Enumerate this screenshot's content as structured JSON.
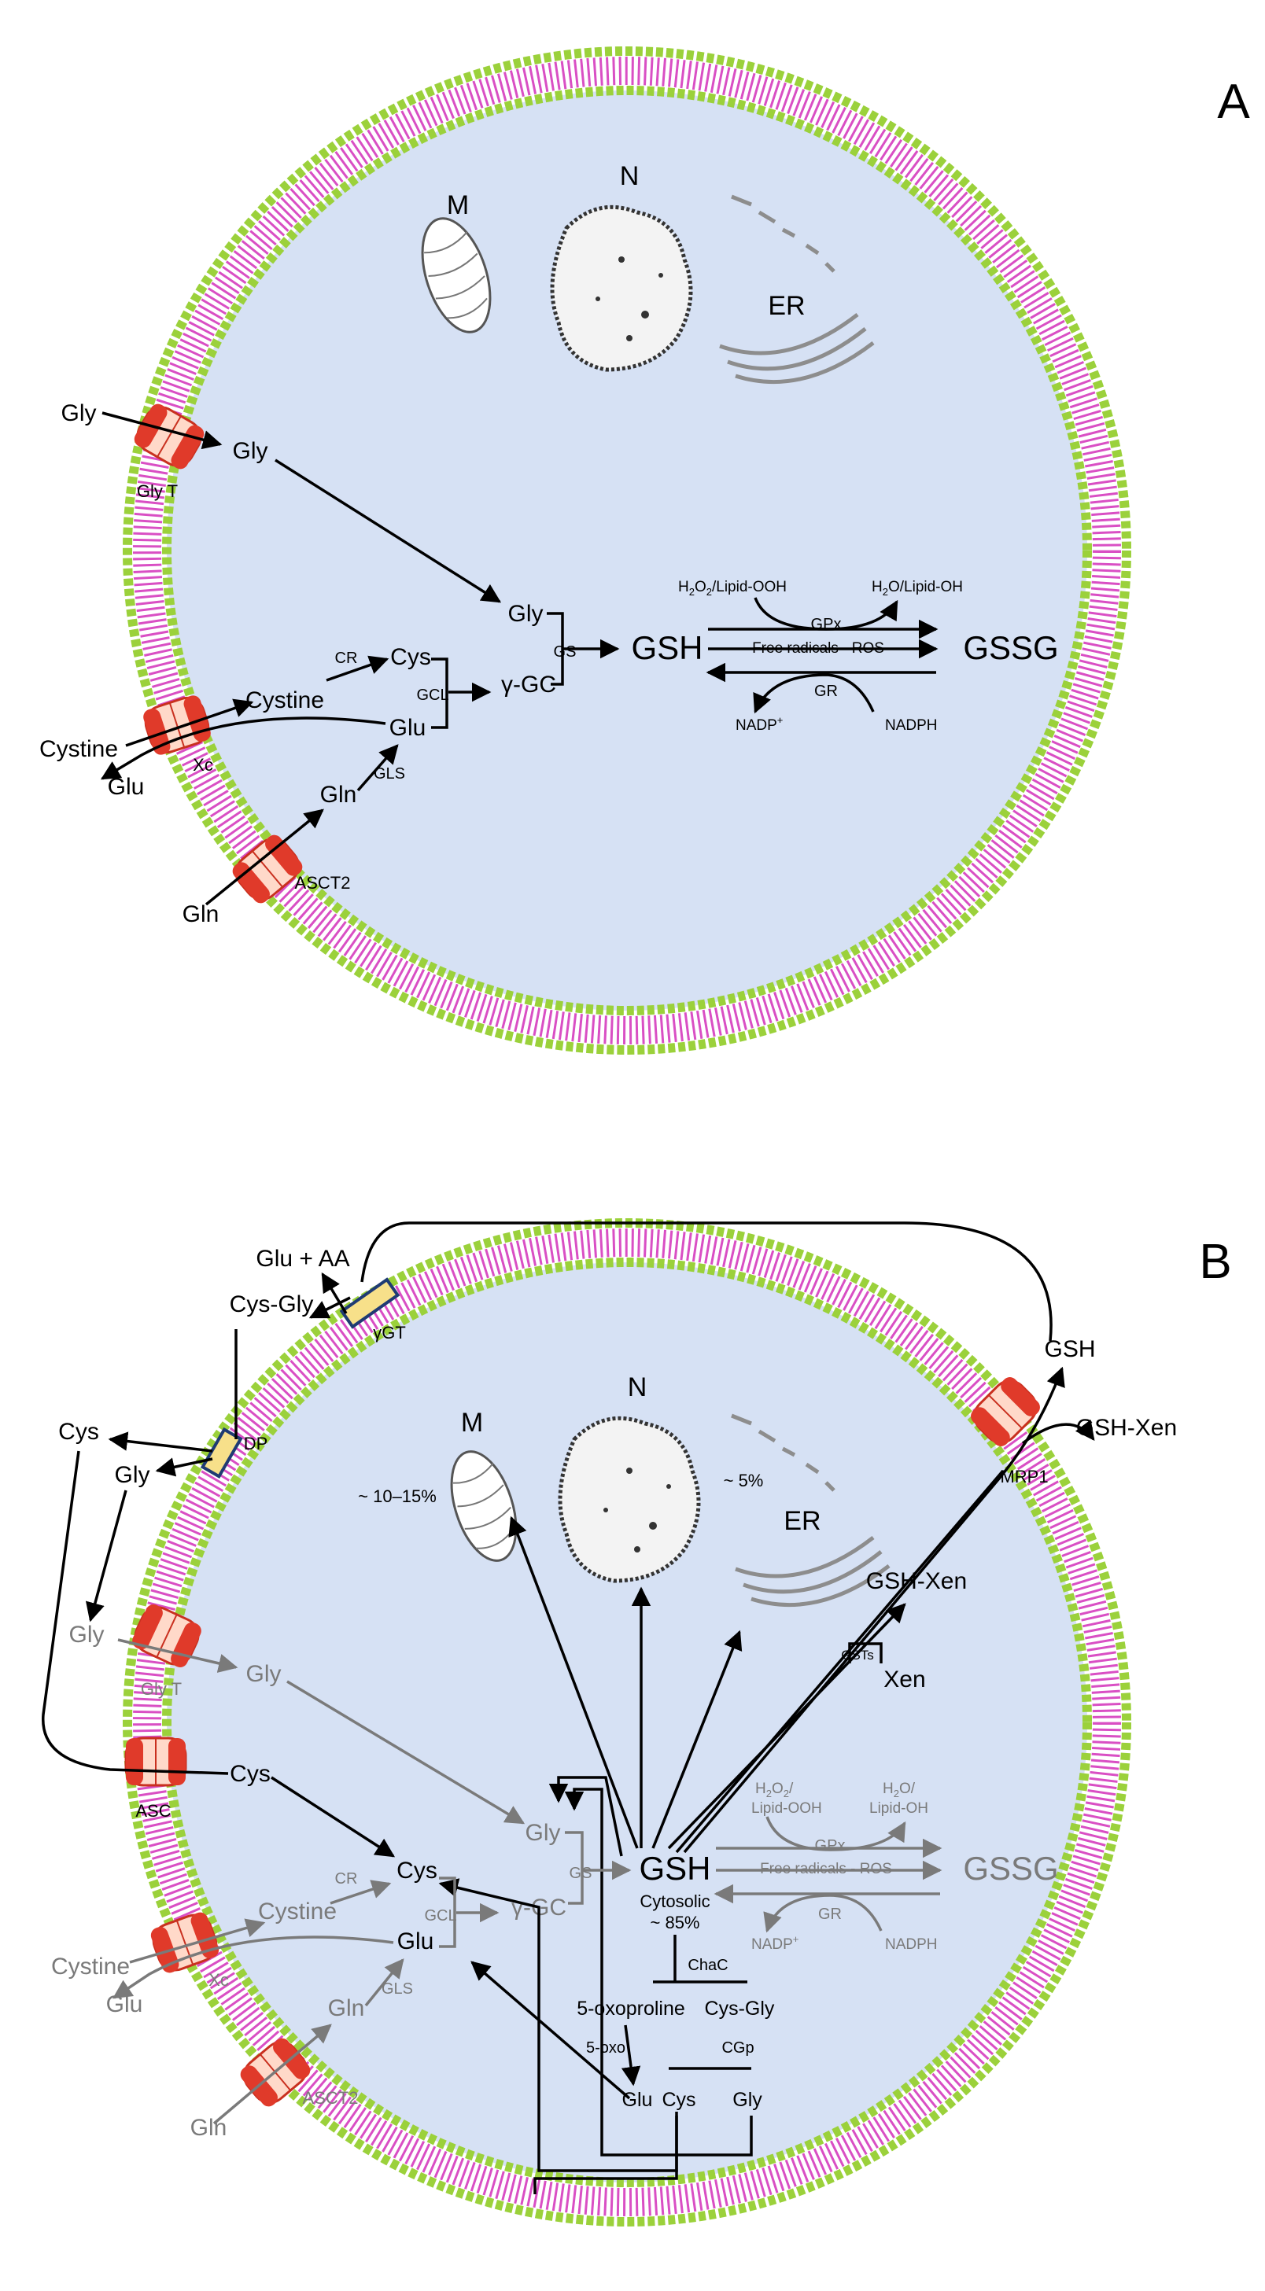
{
  "panel_a": {
    "label": "A",
    "organelles": {
      "mito": "M",
      "nucleus": "N",
      "er": "ER"
    },
    "transporters": {
      "glyt": "Gly T",
      "xc": "Xc",
      "asct2": "ASCT2"
    },
    "metabolites": {
      "gly_out": "Gly",
      "gly_in": "Gly",
      "gly_gs": "Gly",
      "cystine_out": "Cystine",
      "cystine_in": "Cystine",
      "glu_out": "Glu",
      "cys": "Cys",
      "glu_in": "Glu",
      "gln_out": "Gln",
      "gln_in": "Gln",
      "ggc": "γ-GC",
      "gsh": "GSH",
      "gssg": "GSSG",
      "h2o2_sub": "H",
      "h2o2_2": "O",
      "h2o2_lipid": "/Lipid-OOH",
      "h2o_a": "H",
      "h2o_b": "O/Lipid-OH",
      "nadp": "NADP",
      "nadp_sup": "+",
      "nadph": "NADPH",
      "free_rad": "Free radicals - ROS",
      "two": "2"
    },
    "enzymes": {
      "cr": "CR",
      "gcl": "GCL",
      "gs": "GS",
      "gls": "GLS",
      "gpx": "GPx",
      "gr": "GR"
    }
  },
  "panel_b": {
    "label": "B",
    "organelles": {
      "mito": "M",
      "nucleus": "N",
      "er": "ER"
    },
    "percent": {
      "mito": "~ 10–15%",
      "er": "~ 5%",
      "cyto_label": "Cytosolic",
      "cyto": "~ 85%"
    },
    "transporters": {
      "glyt": "Gly T",
      "asc": "ASC",
      "xc": "Xc",
      "asct2": "ASCT2",
      "mrp1": "MRP1",
      "ggt": "γGT",
      "dp": "DP"
    },
    "metabolites": {
      "glu_aa": "Glu + AA",
      "cys_gly_out": "Cys-Gly",
      "cys_out": "Cys",
      "gly_out": "Gly",
      "gly_ext": "Gly",
      "gly_in": "Gly",
      "cys_in": "Cys",
      "gly_gs": "Gly",
      "cystine_out": "Cystine",
      "cystine_in": "Cystine",
      "glu_out": "Glu",
      "cys_main": "Cys",
      "glu_main": "Glu",
      "gln_out": "Gln",
      "gln_in": "Gln",
      "ggc": "γ-GC",
      "gsh": "GSH",
      "gssg": "GSSG",
      "gsh_ext": "GSH",
      "gsh_xen_out": "GSH-Xen",
      "gsh_xen_in": "GSH-Xen",
      "xen": "Xen",
      "oxoproline": "5-oxoproline",
      "cys_gly": "Cys-Gly",
      "glu_bot": "Glu",
      "cys_bot": "Cys",
      "gly_bot": "Gly",
      "h2o2_a": "H",
      "h2o2_b": "O",
      "h2o2_c": "/",
      "lipid_ooh": "Lipid-OOH",
      "h2o_a": "H",
      "h2o_b": "O/",
      "lipid_oh": "Lipid-OH",
      "nadp": "NADP",
      "nadp_sup": "+",
      "nadph": "NADPH",
      "free_rad": "Free radicals - ROS",
      "two": "2"
    },
    "enzymes": {
      "cr": "CR",
      "gcl": "GCL",
      "gs": "GS",
      "gls": "GLS",
      "gpx": "GPx",
      "gr": "GR",
      "chac": "ChaC",
      "oxo": "5-oxo",
      "cgp": "CGp",
      "gsts": "GSTs"
    }
  },
  "colors": {
    "cytoplasm": "#d6e1f4",
    "head": "#9bd13b",
    "tail": "#d94fc4",
    "transporter": "#e03a2a",
    "grey": "#7a7a7a"
  }
}
